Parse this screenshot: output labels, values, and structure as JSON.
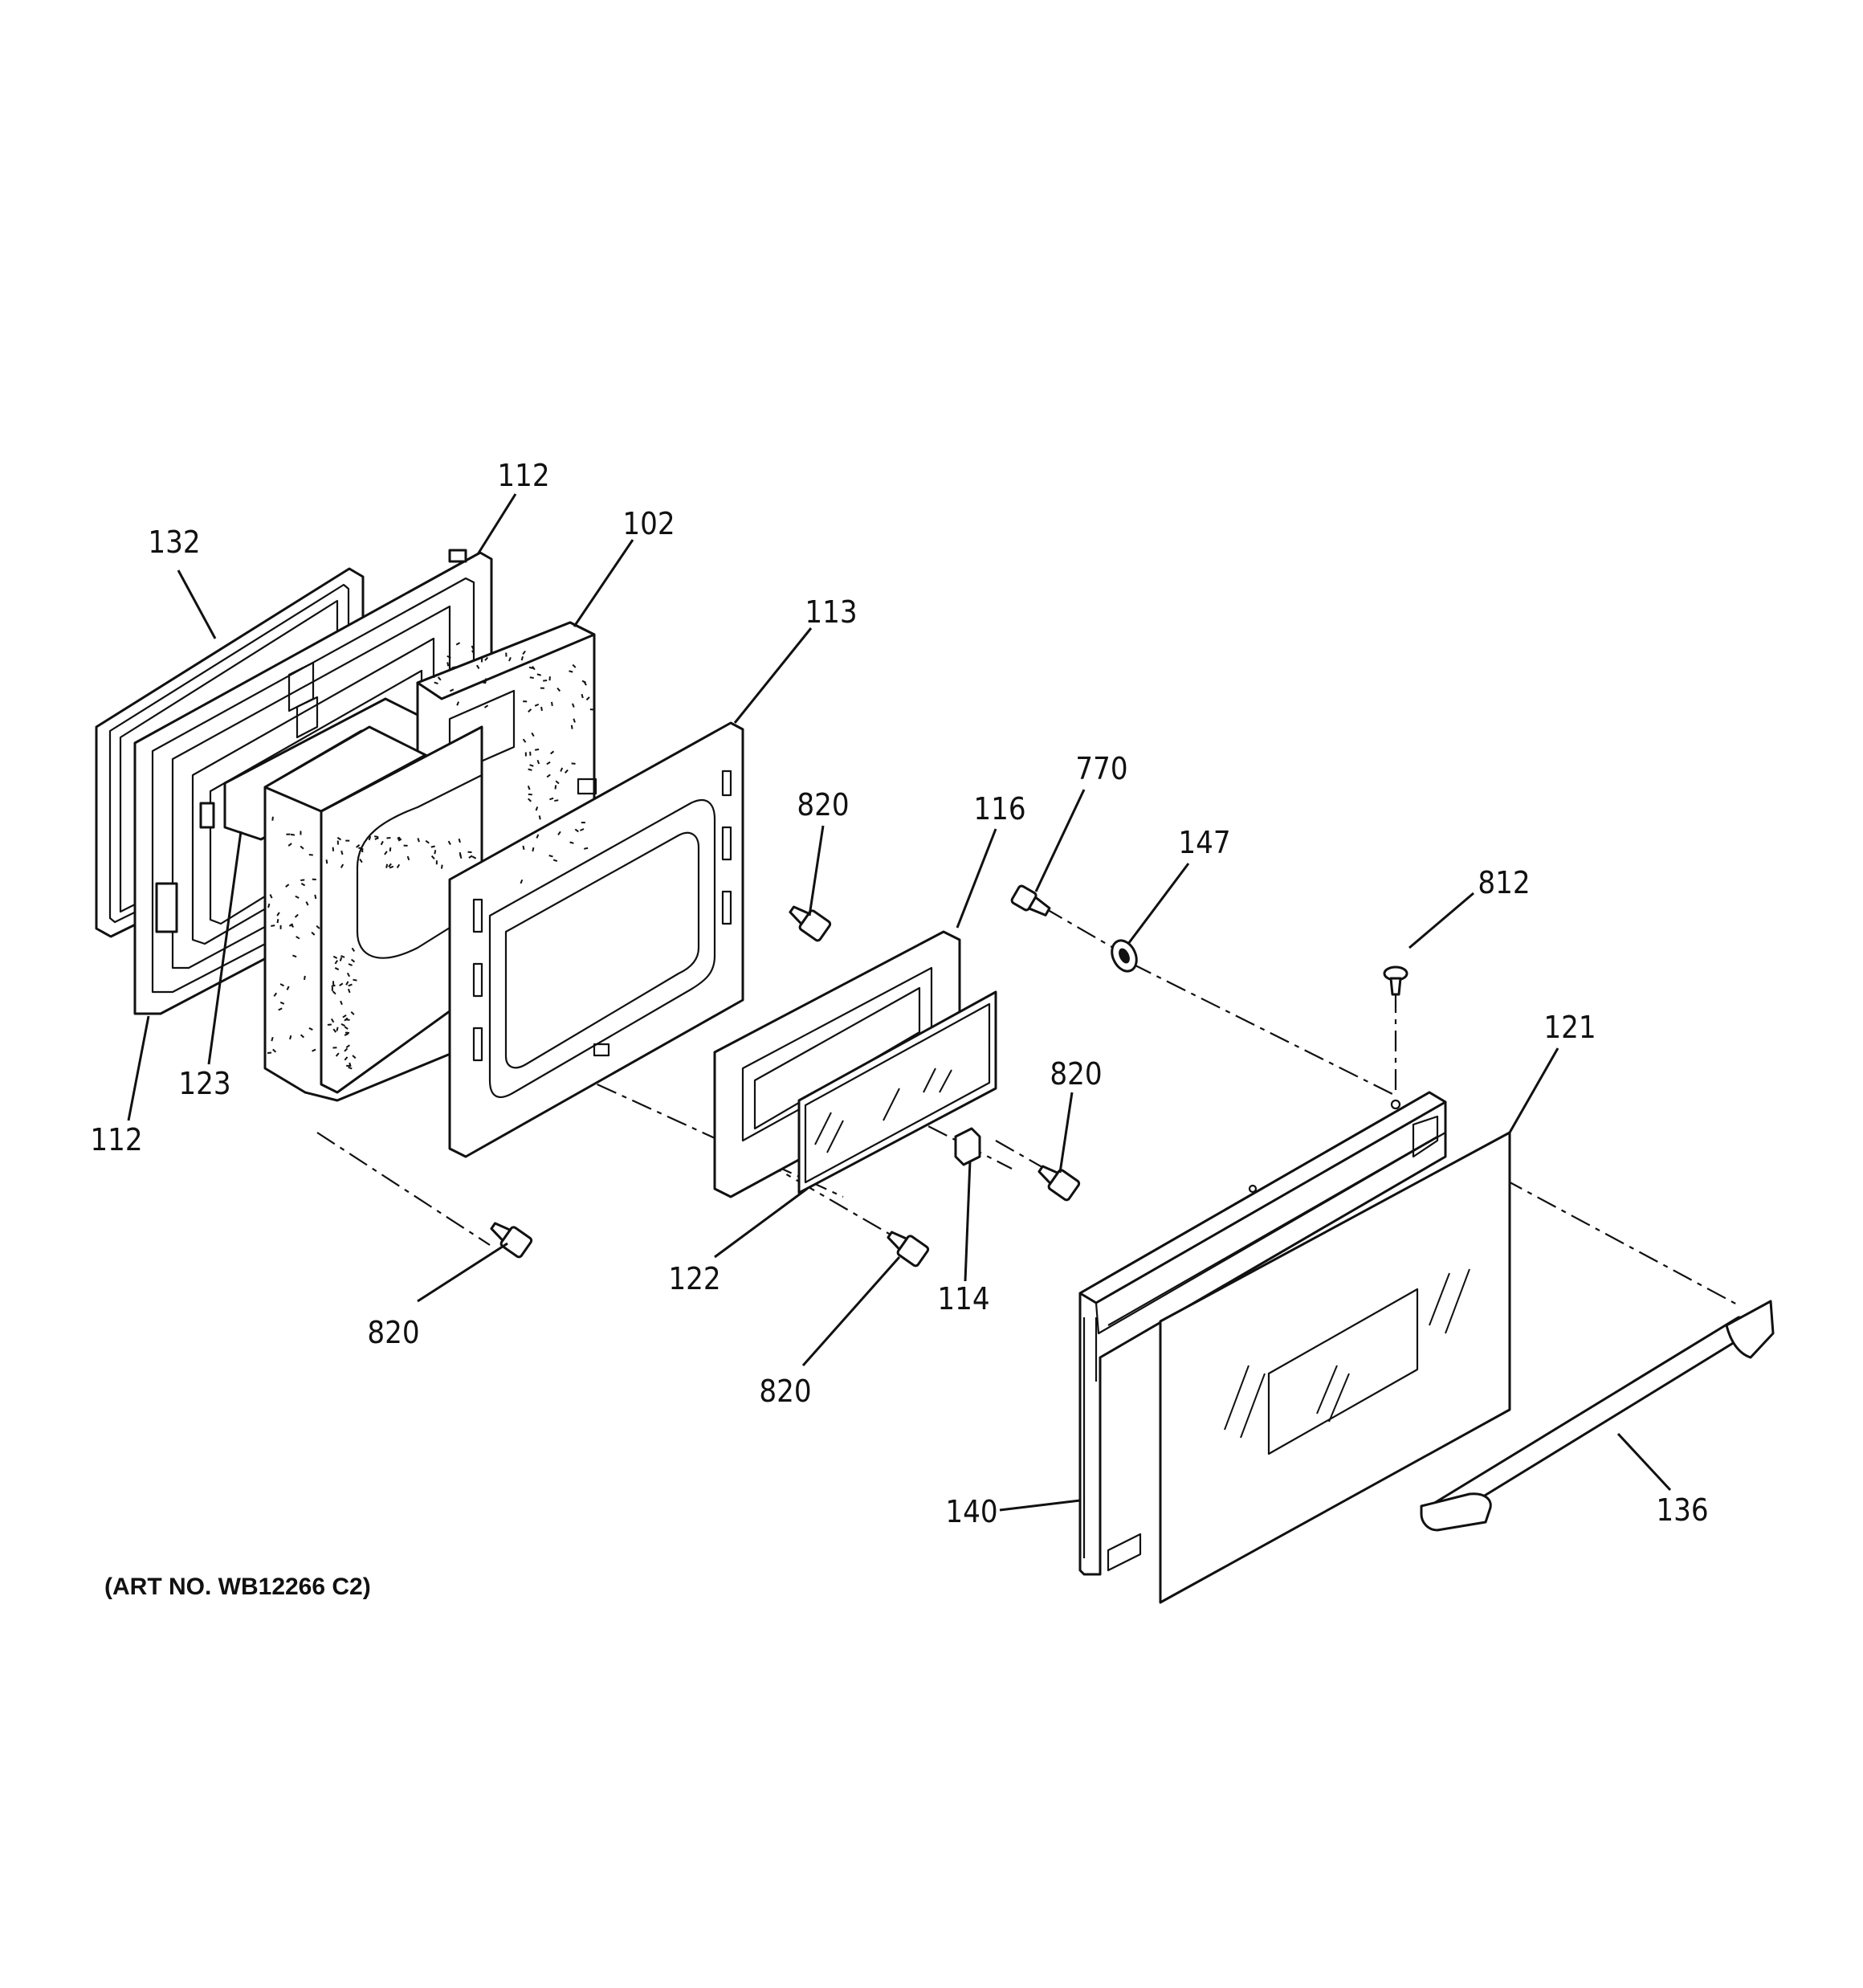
{
  "art_number": "(ART NO. WB12266 C2)",
  "callouts": [
    {
      "id": "c-112-top",
      "label": "112"
    },
    {
      "id": "c-132",
      "label": "132"
    },
    {
      "id": "c-102",
      "label": "102"
    },
    {
      "id": "c-113",
      "label": "113"
    },
    {
      "id": "c-820-a",
      "label": "820"
    },
    {
      "id": "c-116",
      "label": "116"
    },
    {
      "id": "c-770",
      "label": "770"
    },
    {
      "id": "c-147",
      "label": "147"
    },
    {
      "id": "c-812",
      "label": "812"
    },
    {
      "id": "c-121",
      "label": "121"
    },
    {
      "id": "c-820-b",
      "label": "820"
    },
    {
      "id": "c-123",
      "label": "123"
    },
    {
      "id": "c-112-bottom",
      "label": "112"
    },
    {
      "id": "c-122",
      "label": "122"
    },
    {
      "id": "c-114",
      "label": "114"
    },
    {
      "id": "c-820-c",
      "label": "820"
    },
    {
      "id": "c-820-d",
      "label": "820"
    },
    {
      "id": "c-140",
      "label": "140"
    },
    {
      "id": "c-136",
      "label": "136"
    }
  ]
}
